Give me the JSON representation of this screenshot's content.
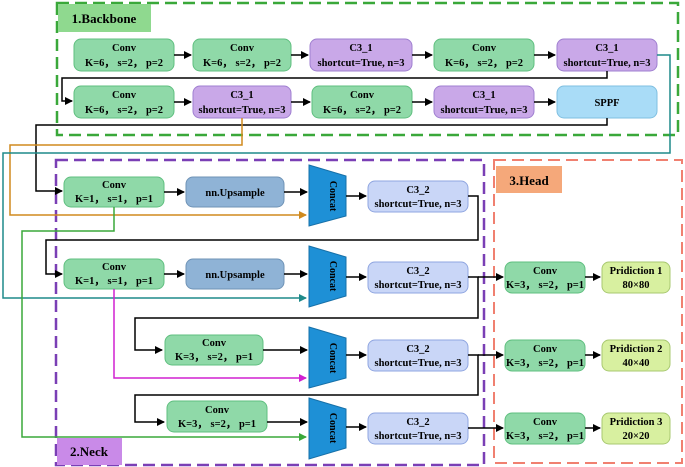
{
  "sections": {
    "backbone": "1.Backbone",
    "neck": "2.Neck",
    "head": "3.Head"
  },
  "backbone": {
    "row1": [
      {
        "type": "conv",
        "title": "Conv",
        "params": "K=6， s=2， p=2"
      },
      {
        "type": "conv",
        "title": "Conv",
        "params": "K=6， s=2， p=2"
      },
      {
        "type": "c3",
        "title": "C3_1",
        "params": "shortcut=True, n=3"
      },
      {
        "type": "conv",
        "title": "Conv",
        "params": "K=6， s=2， p=2"
      },
      {
        "type": "c3",
        "title": "C3_1",
        "params": "shortcut=True, n=3"
      }
    ],
    "row2": [
      {
        "type": "conv",
        "title": "Conv",
        "params": "K=6， s=2， p=2"
      },
      {
        "type": "c3",
        "title": "C3_1",
        "params": "shortcut=True, n=3"
      },
      {
        "type": "conv",
        "title": "Conv",
        "params": "K=6， s=2， p=2"
      },
      {
        "type": "c3",
        "title": "C3_1",
        "params": "shortcut=True, n=3"
      },
      {
        "type": "sppf",
        "title": "SPPF",
        "params": ""
      }
    ]
  },
  "neck": {
    "conv1": {
      "title": "Conv",
      "params": "K=1， s=1， p=1"
    },
    "upsample1": "nn.Upsample",
    "conv2": {
      "title": "Conv",
      "params": "K=1， s=1， p=1"
    },
    "upsample2": "nn.Upsample",
    "conv3": {
      "title": "Conv",
      "params": "K=3， s=2， p=1"
    },
    "conv4": {
      "title": "Conv",
      "params": "K=3， s=2， p=1"
    },
    "concat_label": "Concat",
    "c3_blocks": [
      {
        "title": "C3_2",
        "params": "shortcut=True, n=3"
      },
      {
        "title": "C3_2",
        "params": "shortcut=True, n=3"
      },
      {
        "title": "C3_2",
        "params": "shortcut=True, n=3"
      },
      {
        "title": "C3_2",
        "params": "shortcut=True, n=3"
      }
    ]
  },
  "head": {
    "convs": [
      {
        "title": "Conv",
        "params": "K=3， s=2， p=1"
      },
      {
        "title": "Conv",
        "params": "K=3， s=2， p=1"
      },
      {
        "title": "Conv",
        "params": "K=3， s=2， p=1"
      }
    ],
    "predictions": [
      {
        "title": "Pridiction 1",
        "size": "80×80"
      },
      {
        "title": "Pridiction 2",
        "size": "40×40"
      },
      {
        "title": "Pridiction 3",
        "size": "20×20"
      }
    ]
  },
  "colors": {
    "conv_fill": "#8fd9a8",
    "conv_stroke": "#5fbf7f",
    "c3_1_fill": "#c9a8e8",
    "c3_1_stroke": "#9f7fd0",
    "c3_2_fill": "#c9d6f7",
    "c3_2_stroke": "#8fa5e0",
    "sppf_fill": "#a9dcf7",
    "upsample_fill": "#8fb3d6",
    "concat_fill": "#1e90d6",
    "pred_fill": "#d8f0a0",
    "backbone_border": "#3aa83a",
    "backbone_label_bg": "#8fd98f",
    "neck_border": "#7a3fb5",
    "neck_label_bg": "#c98ae8",
    "head_border": "#f08070",
    "head_label_bg": "#f5a87a",
    "orange_arrow": "#d08a1e",
    "teal_arrow": "#1e8a8a",
    "magenta_arrow": "#d020d0",
    "green_arrow": "#3aa83a"
  }
}
